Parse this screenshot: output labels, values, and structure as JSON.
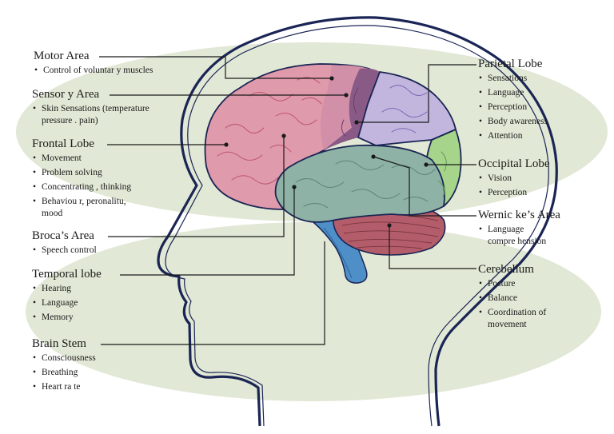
{
  "colors": {
    "background_ellipse": "#e1e8d5",
    "outline": "#1a2555",
    "frontal": "#df9aab",
    "motor": "#d28fa8",
    "sensory": "#8a5a86",
    "parietal": "#c2b6de",
    "occipital": "#a6d48a",
    "temporal": "#8fb2a6",
    "cerebellum": "#b45d6a",
    "brain_stem": "#4e8fc8"
  },
  "labels": {
    "motor": {
      "title": "Motor Area",
      "items": [
        "Control  of voluntar y muscles"
      ]
    },
    "sensory": {
      "title": "Sensor y Area",
      "items": [
        "Skin Sensations  (temperature\npressure . pain)"
      ]
    },
    "frontal": {
      "title": "Frontal  Lobe",
      "items": [
        "Movement",
        "Problem solving",
        "Concentrating  , thinking",
        "Behaviou r, peronalitu,\nmood"
      ]
    },
    "broca": {
      "title": "Broca’s Area",
      "items": [
        "Speech control"
      ]
    },
    "temporal": {
      "title": "Temporal lobe",
      "items": [
        "Hearing",
        "Language",
        "Memory"
      ]
    },
    "brainstem": {
      "title": "Brain Stem",
      "items": [
        "Consciousness",
        "Breathing",
        "Heart ra te"
      ]
    },
    "parietal": {
      "title": "Parietal  Lobe",
      "items": [
        "Sensations",
        "Language",
        "Perception",
        "Body awareness",
        "Attention"
      ]
    },
    "occipital": {
      "title": "Occipital  Lobe",
      "items": [
        "Vision",
        "Perception"
      ]
    },
    "wernicke": {
      "title": "Wernic ke’s Area",
      "items": [
        "Language\ncompre hension"
      ]
    },
    "cerebellum": {
      "title": "Cerebellum",
      "items": [
        "Posture",
        "Balance",
        "Coordination  of\nmovement"
      ]
    }
  }
}
